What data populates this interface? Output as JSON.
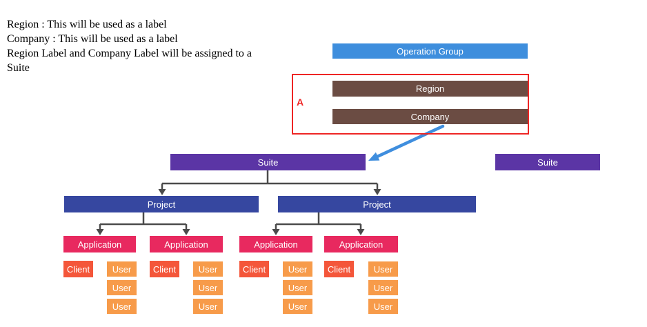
{
  "notes": {
    "lines": [
      "Region : This will be used as a label",
      "Company : This will be used as a label",
      "Region Label and Company Label will be assigned to a",
      "Suite"
    ]
  },
  "annotation": {
    "label": "A"
  },
  "nodes": {
    "operation_group": "Operation Group",
    "region": "Region",
    "company": "Company",
    "suite": "Suite",
    "project": "Project",
    "application": "Application",
    "client": "Client",
    "user": "User"
  },
  "colors": {
    "operation_group_blue": "#3e8edd",
    "region_company_brown": "#6b4c43",
    "suite_purple": "#5b35a5",
    "project_blue": "#3647a0",
    "application_pink": "#e8295f",
    "client_red": "#f4563a",
    "user_orange": "#f79b4a",
    "annotation_red": "#ee2524",
    "assignment_arrow_blue": "#3f8ede",
    "connector_gray": "#4b4b4b"
  }
}
